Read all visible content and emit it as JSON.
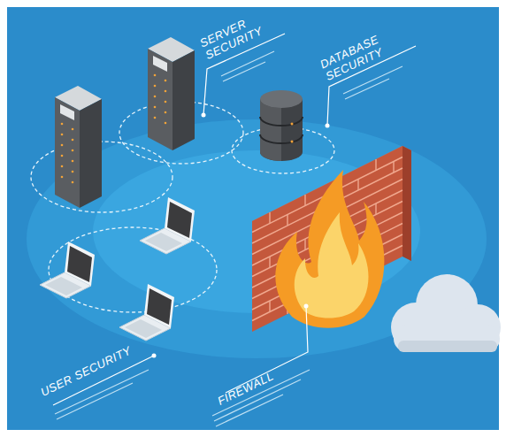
{
  "diagram": {
    "labels": [
      "SERVER SECURITY",
      "DATABASE SECURITY",
      "USER SECURITY",
      "FIREWALL"
    ]
  }
}
